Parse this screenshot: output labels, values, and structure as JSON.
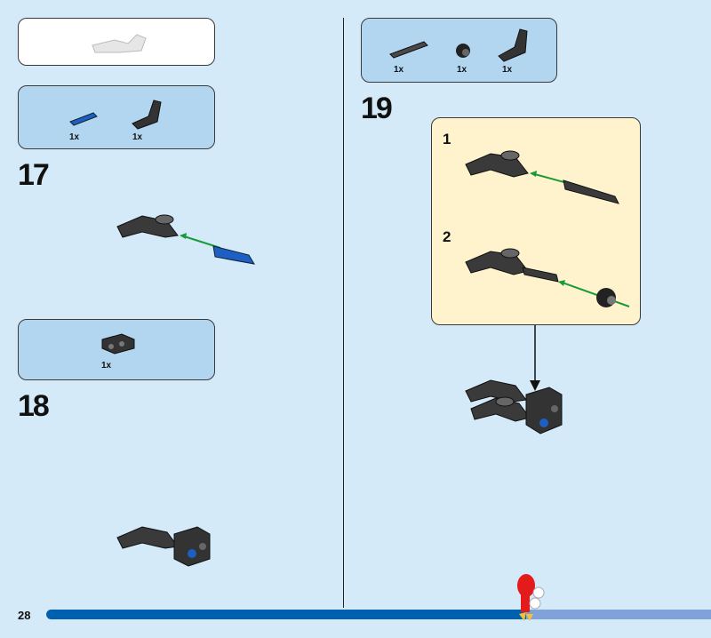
{
  "page_number": "28",
  "progress_percent": 71,
  "colors": {
    "background": "#d4eaf9",
    "parts_box": "#b3d6f0",
    "sub_box": "#fef3cc",
    "progress": "#0060b0",
    "progress_track": "#7fa3d9"
  },
  "steps": [
    {
      "number": "17",
      "parts": [
        {
          "icon": "blue-pin",
          "qty": "1x"
        },
        {
          "icon": "angle-connector",
          "qty": "1x"
        }
      ]
    },
    {
      "number": "18",
      "parts": [
        {
          "icon": "black-brick-1x2",
          "qty": "1x"
        }
      ]
    },
    {
      "number": "19",
      "parts": [
        {
          "icon": "axle-pin",
          "qty": "1x"
        },
        {
          "icon": "bush",
          "qty": "1x"
        },
        {
          "icon": "angle-connector",
          "qty": "1x"
        }
      ],
      "substeps": [
        {
          "number": "1"
        },
        {
          "number": "2"
        }
      ]
    }
  ]
}
